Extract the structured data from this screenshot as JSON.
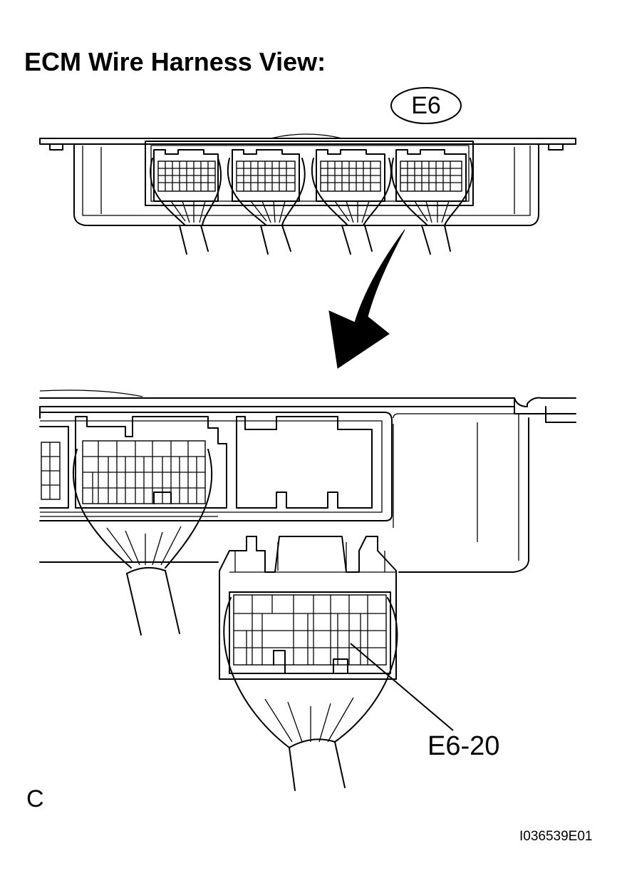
{
  "title": "ECM Wire Harness View:",
  "connector_badge": "E6",
  "terminal_callout": "E6-20",
  "corner_letter": "C",
  "figure_id": "I036539E01"
}
